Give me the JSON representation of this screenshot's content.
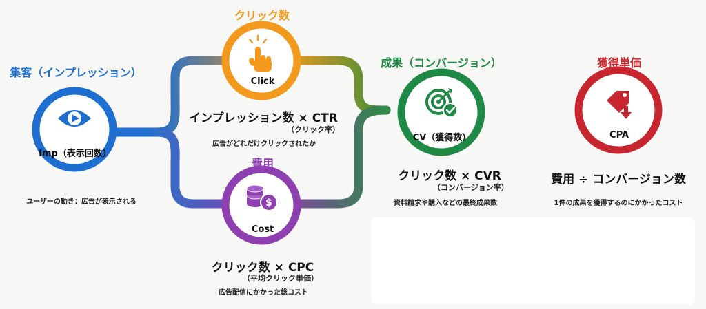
{
  "colors": {
    "imp": "#1f6fd0",
    "click": "#f39a1e",
    "cost": "#8e3fb0",
    "cv": "#1f8a45",
    "cpa": "#c8262e"
  },
  "stages": {
    "imp": {
      "title": "集客（インプレッション）",
      "node_label": "Imp（表示回数）",
      "icon": "eye-play-icon",
      "description": "ユーザーの動き：広告が表示される"
    },
    "click": {
      "title": "クリック数",
      "node_label": "Click",
      "icon": "pointing-hand-icon",
      "formula": "インプレッション数 × CTR",
      "formula_sub": "（クリック率）",
      "description": "広告がどれだけクリックされたか"
    },
    "cost": {
      "title": "費用",
      "node_label": "Cost",
      "icon": "coins-dollar-icon",
      "formula": "クリック数 × CPC",
      "formula_sub": "（平均クリック単価）",
      "description": "広告配信にかかった総コスト"
    },
    "cv": {
      "title": "成果（コンバージョン）",
      "node_label": "CV（獲得数）",
      "icon": "target-check-icon",
      "formula": "クリック数 × CVR",
      "formula_sub": "（コンバージョン率）",
      "description": "資料請求や購入などの最終成果数"
    },
    "cpa": {
      "title": "獲得単価",
      "node_label": "CPA",
      "icon": "price-tag-down-icon",
      "formula": "費用 ÷ コンバージョン数",
      "description": "1件の成果を獲得するのにかかったコスト"
    }
  }
}
